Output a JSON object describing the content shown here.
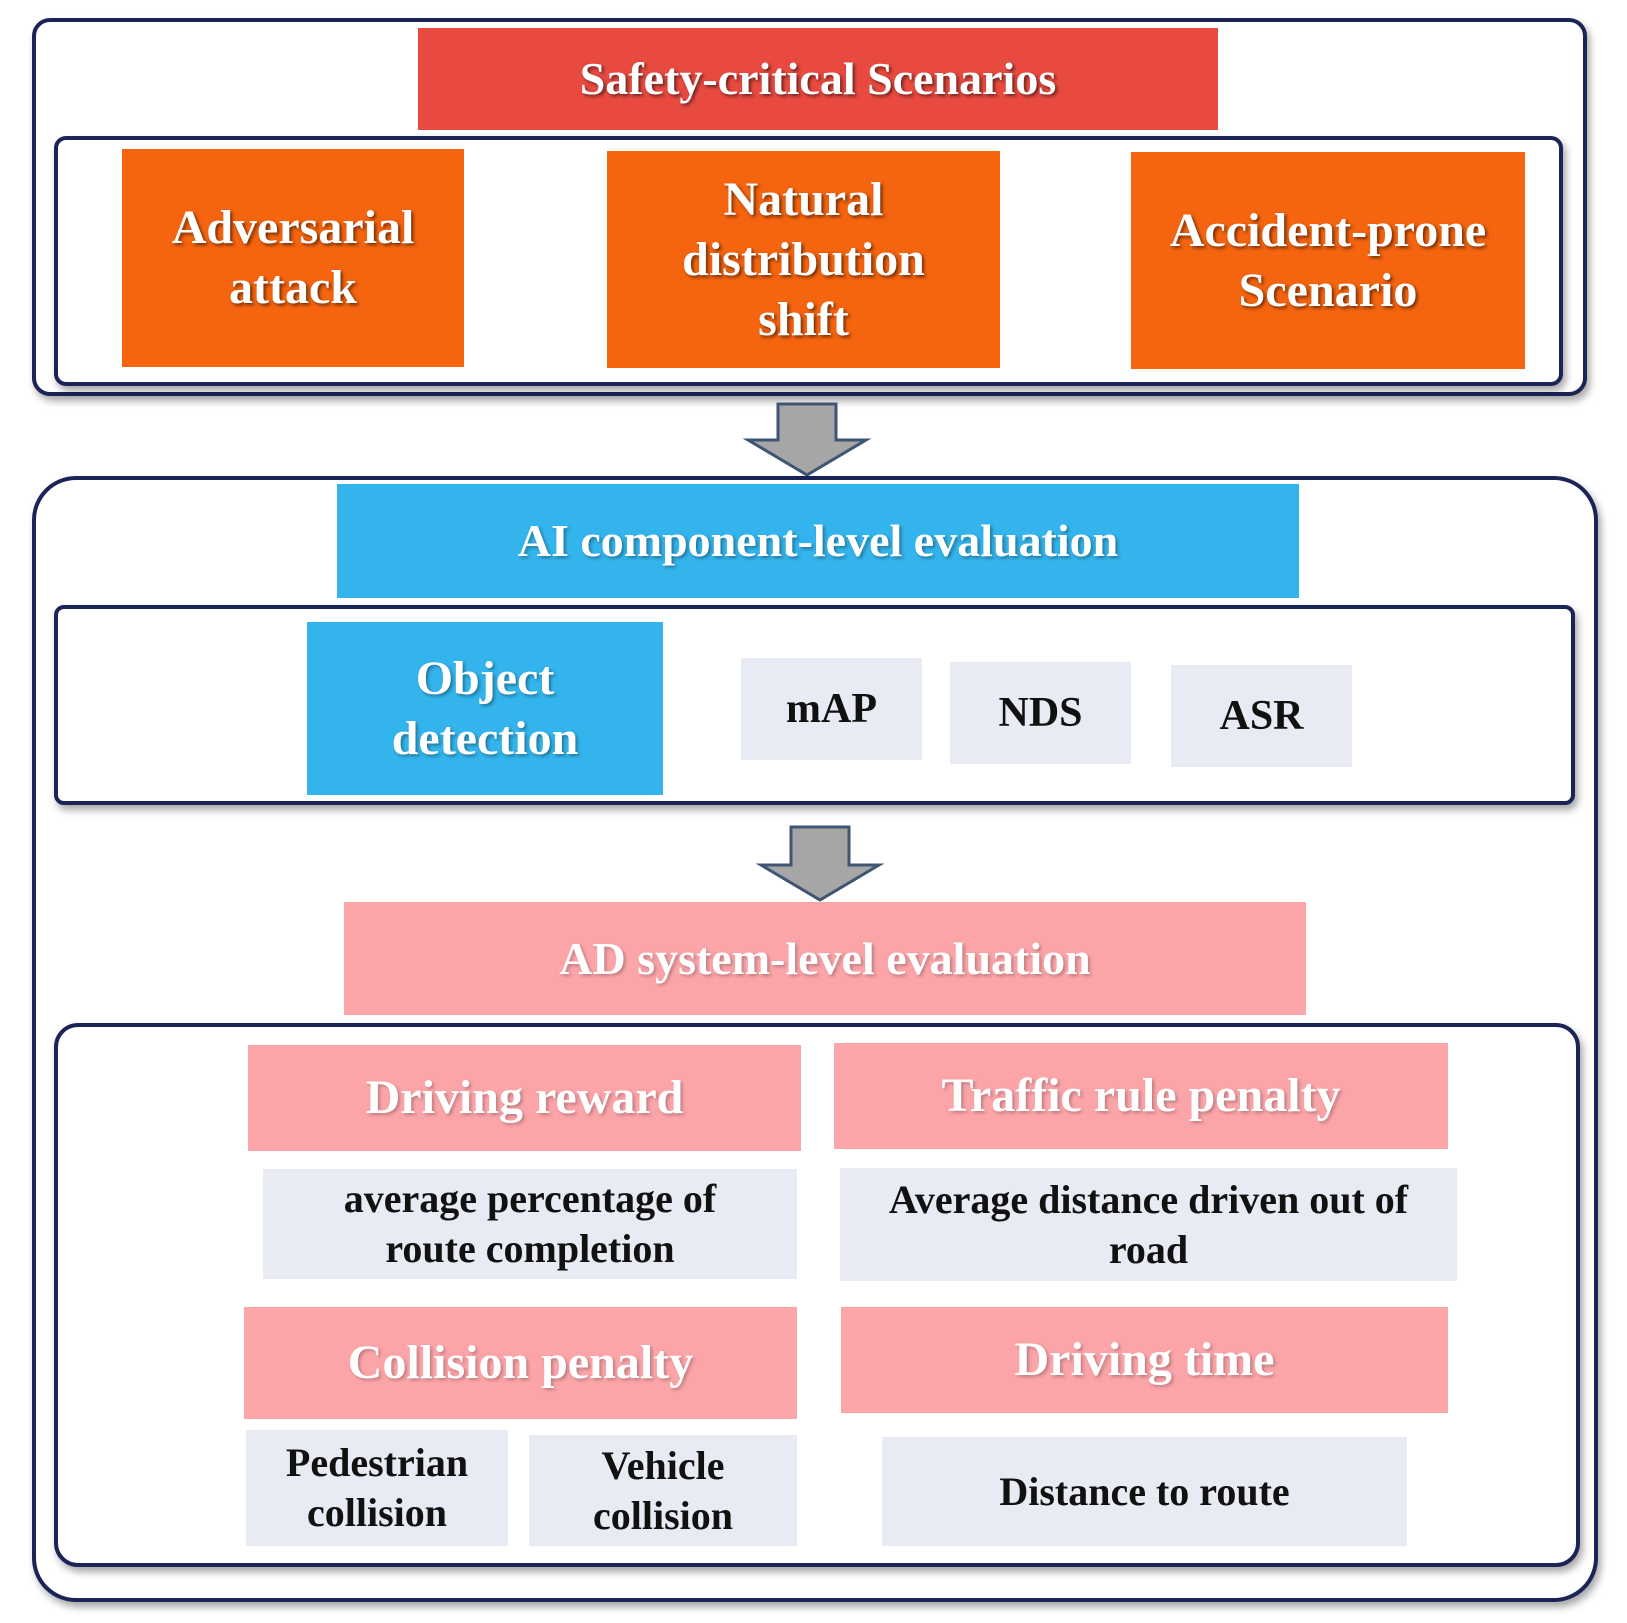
{
  "scenarios": {
    "title": "Safety-critical Scenarios",
    "items": [
      {
        "label": "Adversarial attack"
      },
      {
        "label": "Natural distribution shift"
      },
      {
        "label": "Accident-prone Scenario"
      }
    ]
  },
  "component_eval": {
    "title": "AI component-level evaluation",
    "task": "Object detection",
    "metrics": [
      "mAP",
      "NDS",
      "ASR"
    ]
  },
  "system_eval": {
    "title": "AD system-level evaluation",
    "driving_reward": {
      "title": "Driving reward",
      "metric": "average percentage of route completion"
    },
    "traffic_rule_penalty": {
      "title": "Traffic rule penalty",
      "metric": "Average distance driven out of road"
    },
    "collision_penalty": {
      "title": "Collision penalty",
      "metrics": [
        "Pedestrian collision",
        "Vehicle collision"
      ]
    },
    "driving_time": {
      "title": "Driving time",
      "metric": "Distance to route"
    }
  },
  "colors": {
    "border": "#1a2456",
    "scenario_title": "#e84a40",
    "scenario_item": "#f5640f",
    "component": "#33b4ec",
    "system": "#fca5a9",
    "metric": "#e8ebf3",
    "arrow": "#a6a6a6"
  }
}
